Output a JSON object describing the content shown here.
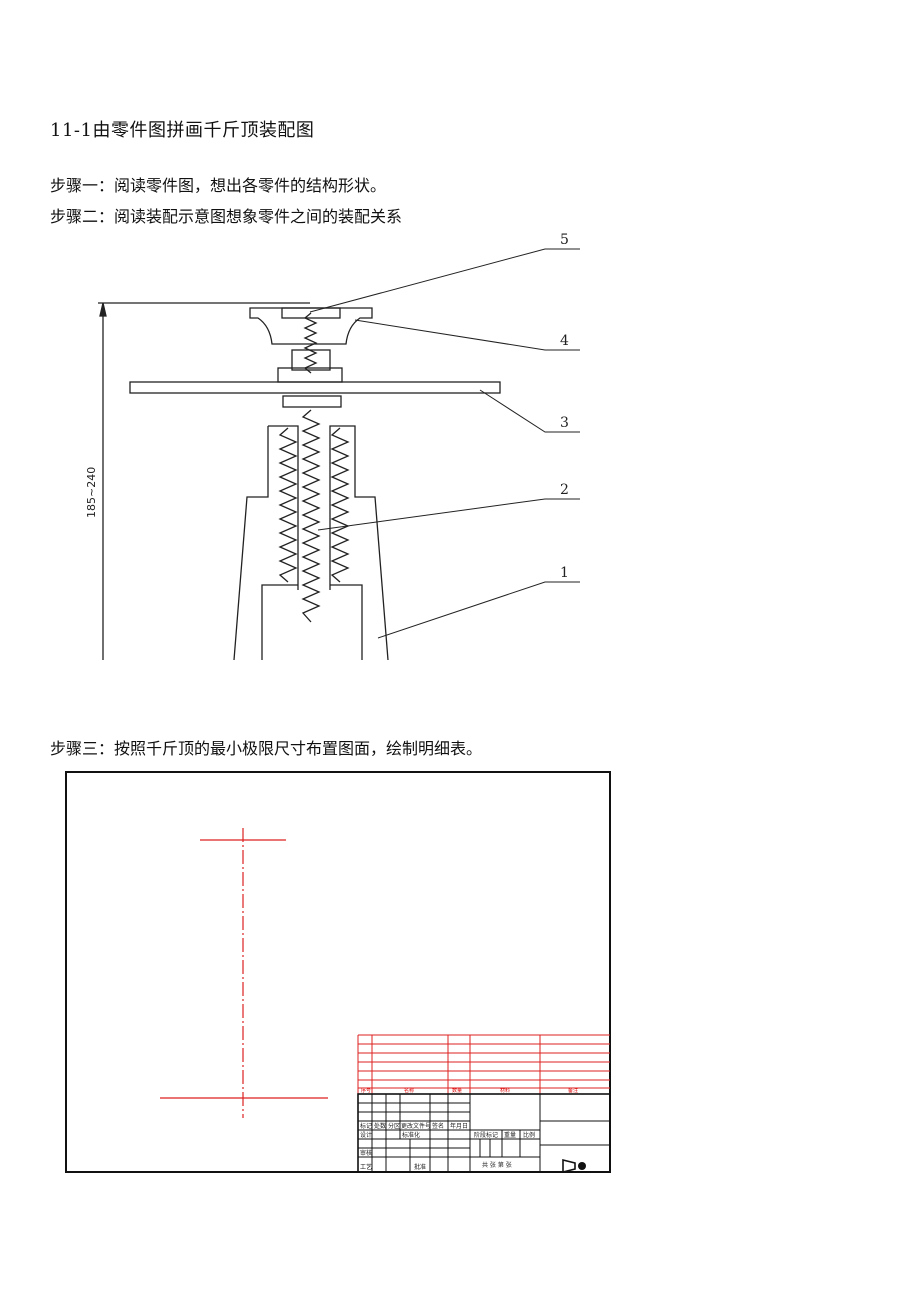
{
  "document": {
    "title": "11-1由零件图拼画千斤顶装配图",
    "step1": "步骤一：阅读零件图，想出各零件的结构形状。",
    "step2": "步骤二：阅读装配示意图想象零件之间的装配关系",
    "step3": "步骤三：按照千斤顶的最小极限尺寸布置图面，绘制明细表。"
  },
  "assembly_drawing": {
    "dimension": "185~240",
    "callouts": [
      "5",
      "4",
      "3",
      "2",
      "1"
    ]
  },
  "title_block": {
    "parts_list_footer": [
      "序号",
      "名称",
      "数量",
      "材料",
      "备注"
    ],
    "row_mark": [
      "标记",
      "处数",
      "分区",
      "更改文件号",
      "签名",
      "年月日"
    ],
    "design": "设计",
    "standardization": "标准化",
    "stage_mark": "阶段标记",
    "weight": "重量",
    "scale": "比例",
    "review": "审核",
    "process": "工艺",
    "approve": "批准",
    "sheets": "共 张 第 张"
  }
}
